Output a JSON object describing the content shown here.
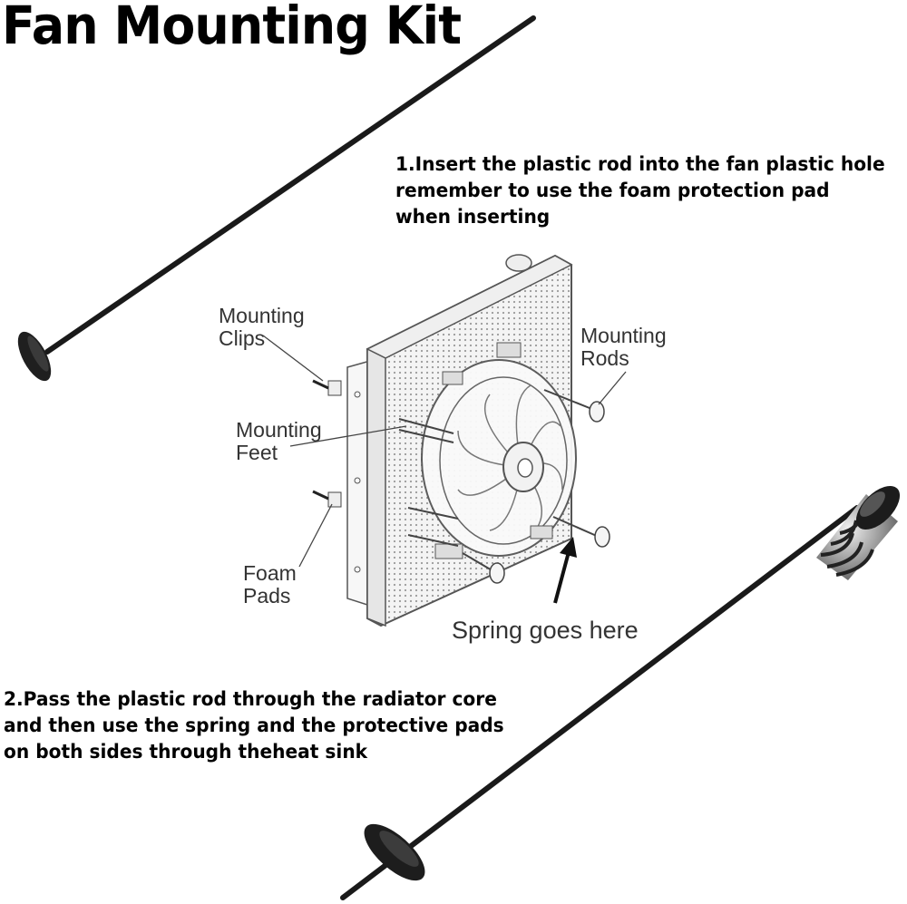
{
  "title": "Fan Mounting Kit",
  "steps": {
    "step1": "1.Insert the plastic rod into the fan plastic hole remember to use the foam protection pad when inserting",
    "step2": "2.Pass the plastic rod through the radiator core and then use the spring and the protective pads on both sides through theheat sink"
  },
  "labels": {
    "mounting_clips": "Mounting\nClips",
    "mounting_rods": "Mounting\nRods",
    "mounting_feet": "Mounting\nFeet",
    "foam_pads": "Foam\nPads",
    "spring_goes_here": "Spring goes here"
  },
  "colors": {
    "ink": "#111111",
    "line": "#444444",
    "radiator_fill": "#f2f2f2"
  }
}
